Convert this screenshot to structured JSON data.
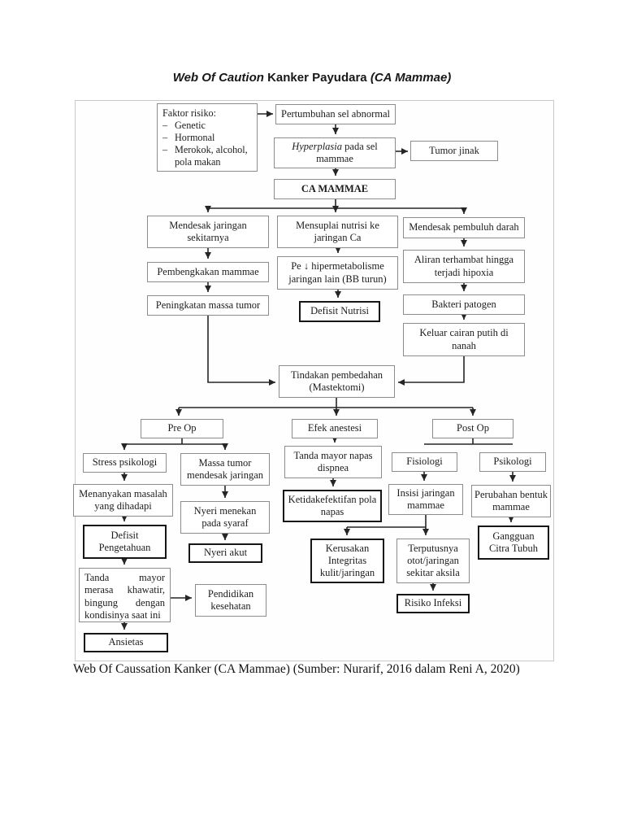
{
  "title": {
    "part1": "Web Of Caution",
    "part2": "Kanker Payudara",
    "part3": "(CA Mammae)"
  },
  "caption": "Web Of Caussation Kanker (CA Mammae) (Sumber: Nurarif, 2016 dalam Reni A, 2020)",
  "colors": {
    "background": "#ffffff",
    "box_border": "#8c8c8c",
    "emphasis_border": "#161616",
    "arrow": "#252525",
    "text": "#1c1c1c"
  },
  "nodes": {
    "faktor_risiko": {
      "title": "Faktor risiko:",
      "bullet": "–",
      "items": [
        "Genetic",
        "Hormonal",
        "Merokok, alcohol, pola makan"
      ]
    },
    "pertumbuhan": "Pertumbuhan sel abnormal",
    "hyperplasia": {
      "em": "Hyperplasia",
      "rest": "pada sel mammae"
    },
    "tumor_jinak": "Tumor jinak",
    "ca_mammae": "CA MAMMAE",
    "mendesak_jaringan": "Mendesak jaringan sekitarnya",
    "mensuplai": "Mensuplai nutrisi ke jaringan Ca",
    "mendesak_pembuluh": "Mendesak pembuluh darah",
    "pembengkakan": "Pembengkakan mammae",
    "pe_hipermetabolisme": "Pe ↓ hipermetabolisme jaringan lain (BB turun)",
    "aliran_terhambat": "Aliran terhambat hingga terjadi hipoxia",
    "peningkatan_massa": "Peningkatan massa tumor",
    "defisit_nutrisi": "Defisit Nutrisi",
    "bakteri_patogen": "Bakteri patogen",
    "keluar_cairan": "Keluar cairan putih di nanah",
    "tindakan": "Tindakan pembedahan (Mastektomi)",
    "pre_op": "Pre Op",
    "efek_anestesi": "Efek anestesi",
    "post_op": "Post Op",
    "stress_psikologi": "Stress psikologi",
    "massa_tumor": "Massa tumor mendesak jaringan",
    "tanda_mayor_napas": "Tanda mayor napas dispnea",
    "fisiologi": "Fisiologi",
    "psikologi": "Psikologi",
    "menanyakan": "Menanyakan masalah yang dihadapi",
    "nyeri_menekan": "Nyeri menekan pada syaraf",
    "ketidakefektifan": "Ketidakefektifan pola napas",
    "insisi": "Insisi jaringan mammae",
    "perubahan": "Perubahan bentuk mammae",
    "defisit_pengetahuan": "Defisit Pengetahuan",
    "nyeri_akut": "Nyeri akut",
    "kerusakan": "Kerusakan Integritas kulit/jaringan",
    "terputusnya": "Terputusnya otot/jaringan sekitar aksila",
    "gangguan_citra": "Gangguan Citra Tubuh",
    "tanda_khawatir": "Tanda mayor merasa khawatir, bingung dengan kondisinya saat ini",
    "pendidikan": "Pendidikan kesehatan",
    "risiko_infeksi": "Risiko Infeksi",
    "ansietas": "Ansietas"
  }
}
